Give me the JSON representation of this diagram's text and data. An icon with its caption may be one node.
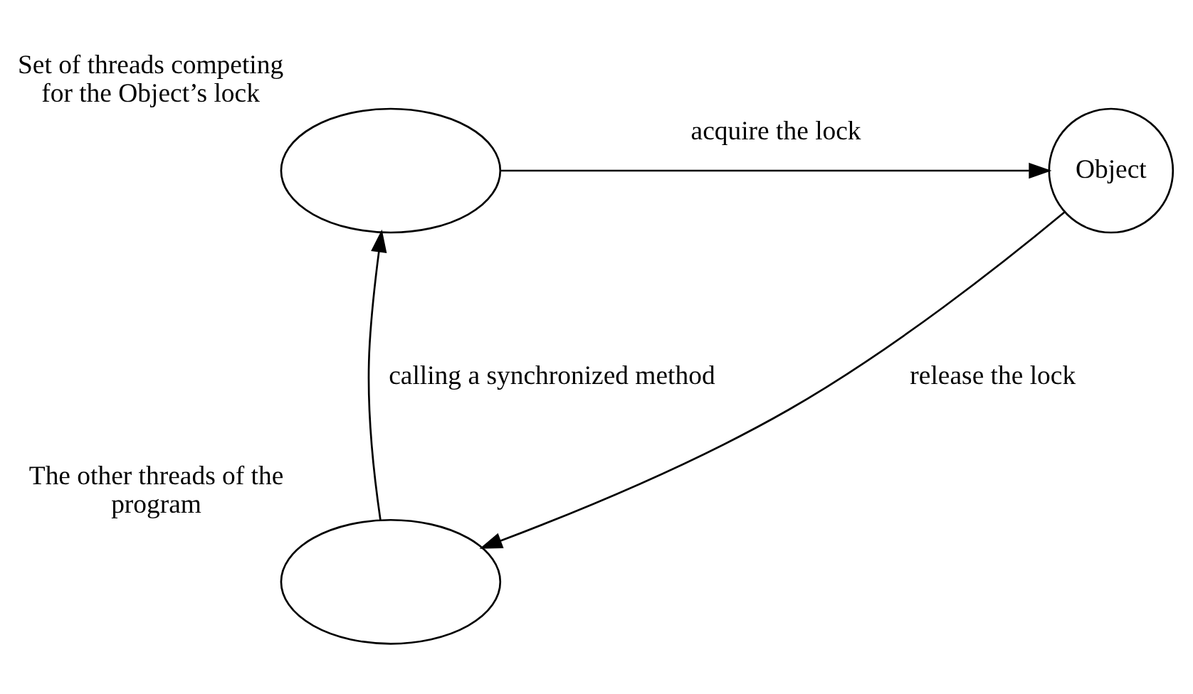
{
  "diagram": {
    "nodes": [
      {
        "text": [],
        "shape": "ellipse",
        "beside": [
          "Set of threads competing for the Object’s lock"
        ]
      },
      {
        "text": [
          "Object"
        ]
      },
      {
        "text": [],
        "shape": "ellipse",
        "beside": [
          "The other threads of the program"
        ]
      }
    ],
    "edges": [
      {
        "from": 0,
        "to": 1,
        "arrow": "to",
        "label": "acquire the lock"
      },
      {
        "from": 1,
        "to": 2,
        "arrow": "to",
        "label": "release the lock"
      },
      {
        "from": 2,
        "to": 0,
        "arrow": "to",
        "label": "calling a synchronized method"
      }
    ]
  }
}
